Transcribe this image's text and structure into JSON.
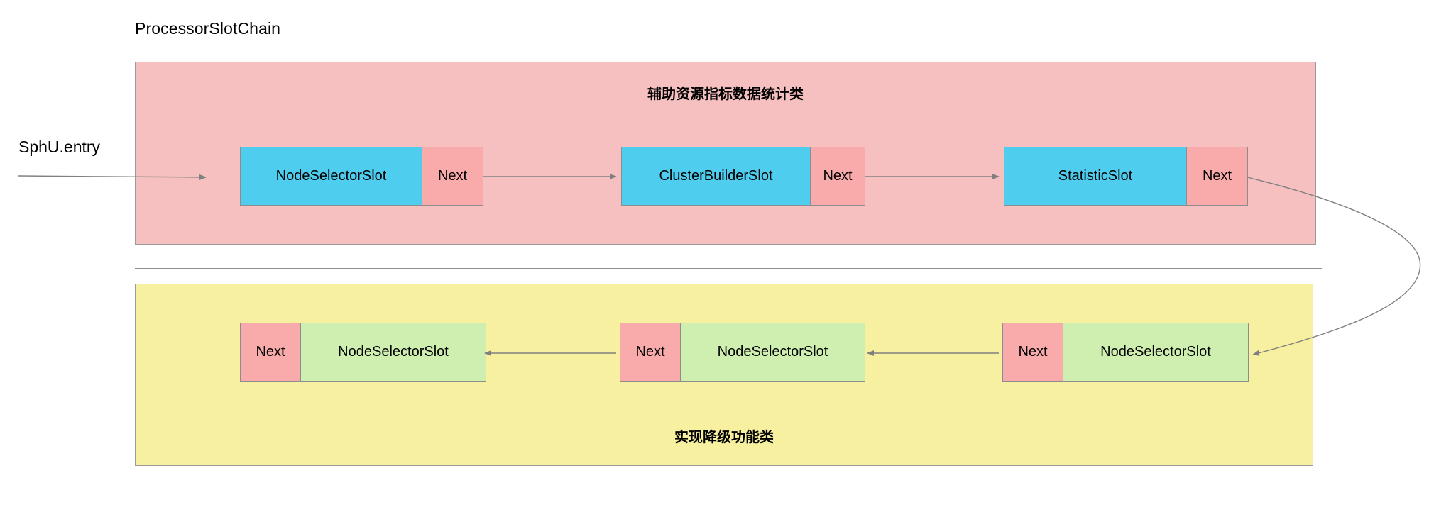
{
  "diagram": {
    "title": "ProcessorSlotChain",
    "entry_label": "SphU.entry",
    "upper_region": {
      "caption": "辅助资源指标数据统计类",
      "fill_color": "#f6c0c0",
      "nodes": [
        {
          "slot": "NodeSelectorSlot",
          "next": "Next"
        },
        {
          "slot": "ClusterBuilderSlot",
          "next": "Next"
        },
        {
          "slot": "StatisticSlot",
          "next": "Next"
        }
      ]
    },
    "lower_region": {
      "caption": "实现降级功能类",
      "fill_color": "#f7f0a0",
      "nodes": [
        {
          "next": "Next",
          "slot": "NodeSelectorSlot"
        },
        {
          "next": "Next",
          "slot": "NodeSelectorSlot"
        },
        {
          "next": "Next",
          "slot": "NodeSelectorSlot"
        }
      ]
    },
    "colors": {
      "slot_upper": "#4fcdef",
      "slot_lower": "#cfefb0",
      "next_cell": "#f9aaaa",
      "stroke": "#8d8d8d",
      "arrow": "#808080"
    }
  }
}
